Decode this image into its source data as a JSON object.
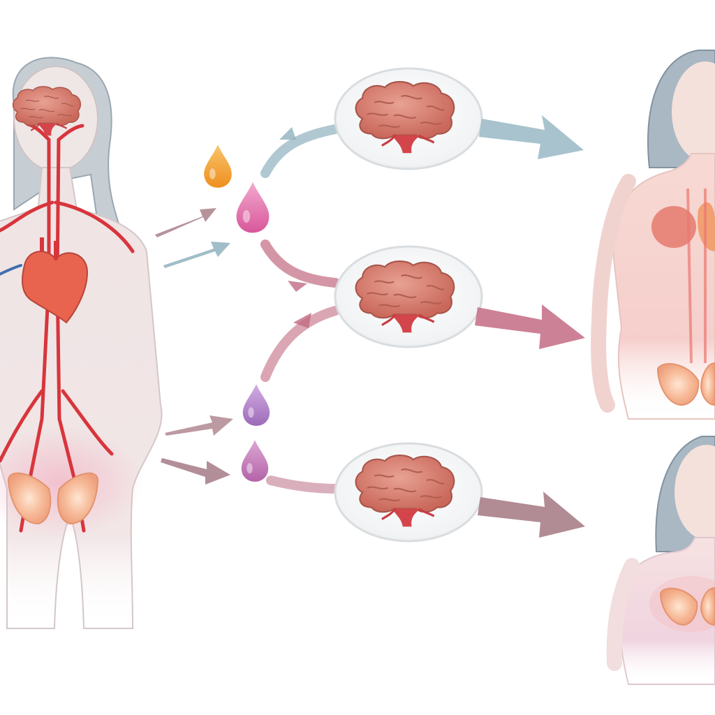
{
  "colors": {
    "background": "#ffffff",
    "skin_fill": "#efe3e3",
    "skin_outline": "#d7c8c9",
    "hair": "#a9b8c3",
    "hair_dark": "#7f8f9c",
    "artery": "#d8353c",
    "vein": "#3f6fb0",
    "heart": "#e8644f",
    "brain": "#d98574",
    "brain_dark": "#b5584c",
    "ovary": "#f6b996",
    "ovary_glow": "#fbd6bf",
    "capsule": "#f4f6f7",
    "capsule_edge": "#d9dde0",
    "drop_orange": "#f2a12e",
    "drop_pink": "#e06aa4",
    "drop_purple": "#b07ec8",
    "drop_mauve": "#c27ab8",
    "arrow_blue": "#8fb1bf",
    "arrow_rose": "#c26a82",
    "arrow_mauve": "#a9707f",
    "arrow_brown": "#a47a86"
  },
  "icons": {
    "left_figure": "female-body-circulatory-icon",
    "right_top_figure": "female-body-glowing-organs-icon",
    "right_bottom_figure": "female-body-glowing-chest-icon",
    "hormone_drop": "droplet-icon",
    "brain": "brain-icon",
    "arrow": "arrow-icon"
  },
  "hormone_drops": [
    {
      "color_key": "drop_orange"
    },
    {
      "color_key": "drop_pink"
    },
    {
      "color_key": "drop_purple"
    },
    {
      "color_key": "drop_mauve"
    }
  ],
  "brain_capsules": [
    {
      "id": "top"
    },
    {
      "id": "middle"
    },
    {
      "id": "bottom"
    }
  ]
}
